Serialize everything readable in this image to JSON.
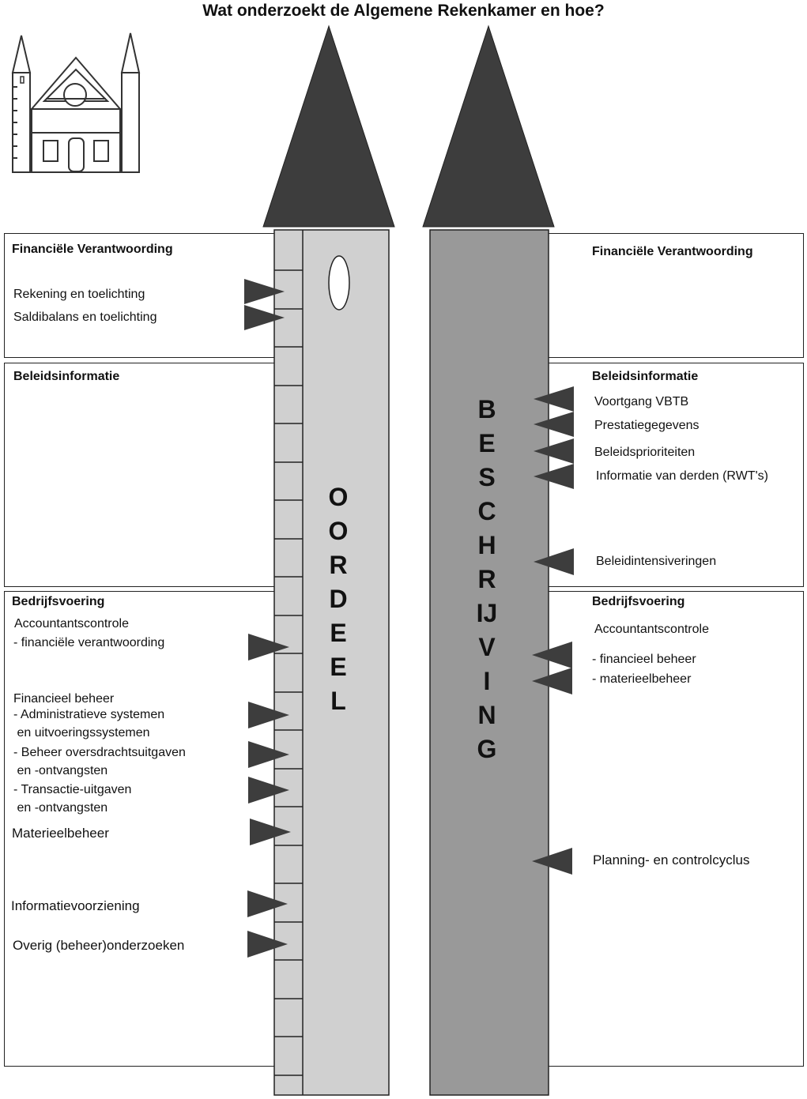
{
  "title": "Wat onderzoekt de Algemene Rekenkamer en hoe?",
  "colors": {
    "left_tower": "#d0d0d0",
    "right_tower": "#999999",
    "roof": "#3d3d3d",
    "arrow": "#3d3d3d"
  },
  "left": {
    "tower_word": [
      "O",
      "O",
      "R",
      "D",
      "E",
      "E",
      "L"
    ],
    "sections": [
      {
        "heading": "Financiële Verantwoording",
        "items": [
          "Rekening en toelichting",
          "Saldibalans en toelichting"
        ]
      },
      {
        "heading": "Beleidsinformatie",
        "items": []
      },
      {
        "heading": "Bedrijfsvoering",
        "items": [
          "Accountantscontrole",
          "- financiële verantwoording",
          "Financieel beheer",
          "- Administratieve systemen",
          " en uitvoeringssystemen",
          "- Beheer oversdrachtsuitgaven",
          " en -ontvangsten",
          "- Transactie-uitgaven",
          " en -ontvangsten",
          "Materieelbeheer",
          "Informatievoorziening",
          "Overig (beheer)onderzoeken"
        ]
      }
    ]
  },
  "right": {
    "tower_word": [
      "B",
      "E",
      "S",
      "C",
      "H",
      "R",
      "IJ",
      "V",
      "I",
      "N",
      "G"
    ],
    "sections": [
      {
        "heading": "Financiële Verantwoording",
        "items": []
      },
      {
        "heading": "Beleidsinformatie",
        "items": [
          "Voortgang VBTB",
          "Prestatiegegevens",
          "Beleidsprioriteiten",
          "Informatie van derden (RWT's)",
          "Beleidintensiveringen"
        ]
      },
      {
        "heading": "Bedrijfsvoering",
        "items": [
          "Accountantscontrole",
          "- financieel beheer",
          "- materieelbeheer",
          "Planning- en controlcyclus"
        ]
      }
    ]
  }
}
